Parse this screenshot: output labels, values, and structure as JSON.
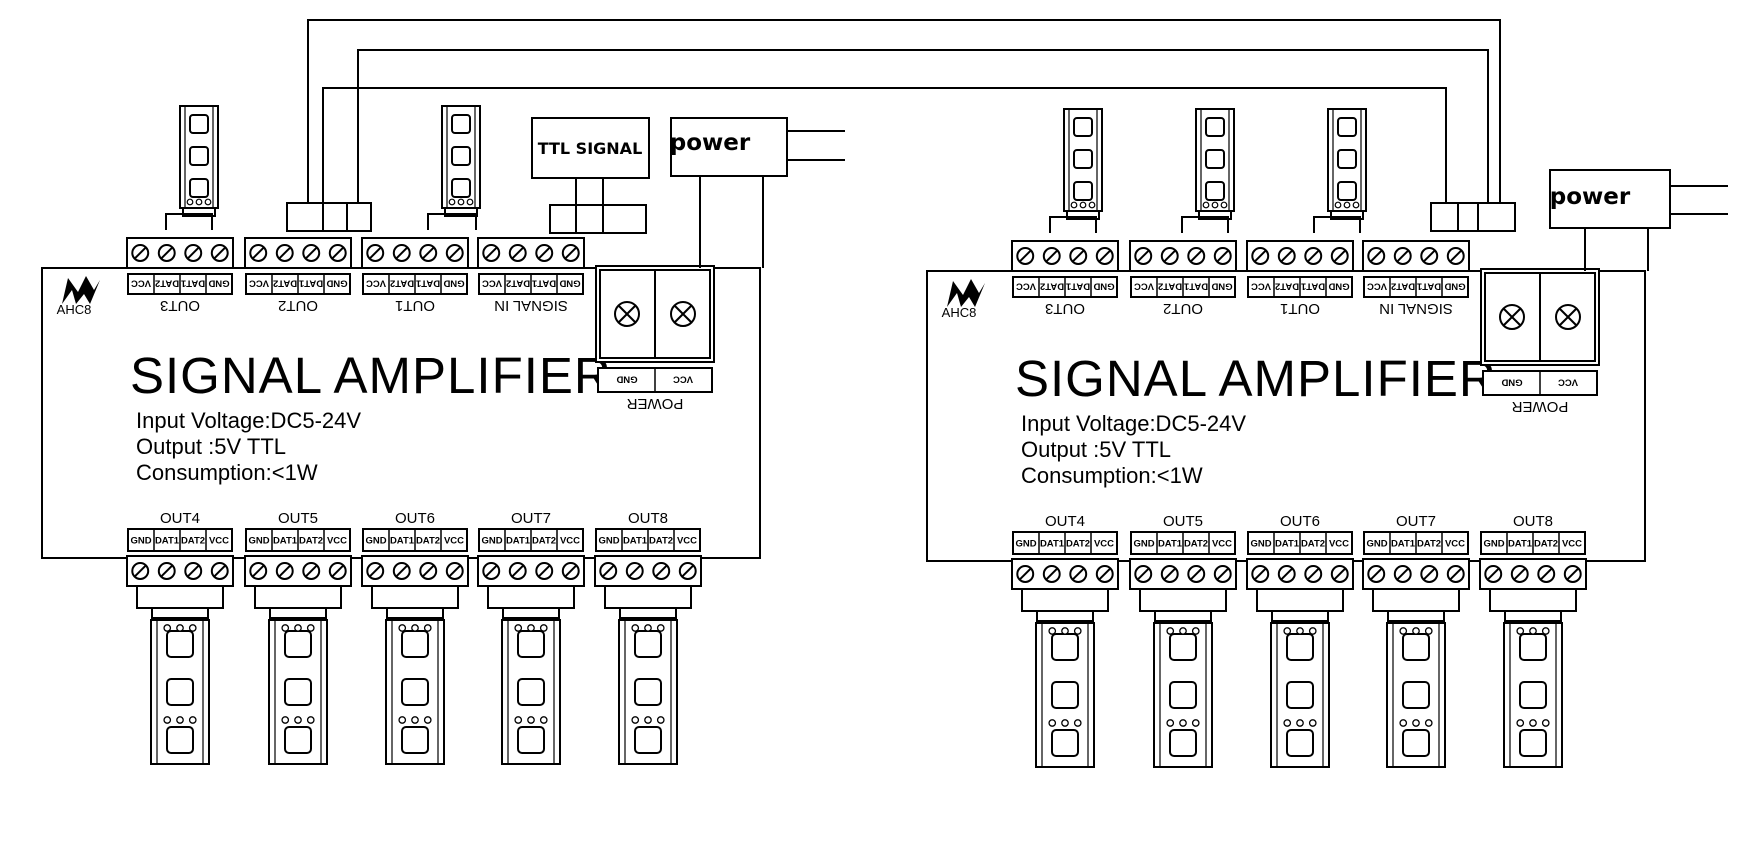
{
  "diagram": {
    "units": [
      {
        "name": "left",
        "brand": "AHC8",
        "title": "SIGNAL AMPLIFIER",
        "specs": [
          "Input Voltage:DC5-24V",
          "Output :5V  TTL",
          "Consumption:<1W"
        ],
        "top_ports": [
          {
            "label": "OUT3",
            "pins": [
              "GND",
              "DAT1",
              "DAT2",
              "VCC"
            ],
            "connection": "led-strip"
          },
          {
            "label": "OUT2",
            "pins": [
              "GND",
              "DAT1",
              "DAT2",
              "VCC"
            ],
            "connection": "cable-to-next-unit"
          },
          {
            "label": "OUT1",
            "pins": [
              "GND",
              "DAT1",
              "DAT2",
              "VCC"
            ],
            "connection": "led-strip"
          },
          {
            "label": "SIGNAL IN",
            "pins": [
              "GND",
              "DAT1",
              "DAT2",
              "VCC"
            ],
            "connection": "ttl-signal"
          }
        ],
        "power_terminal": {
          "label": "POWER",
          "pins": [
            "GND",
            "VCC"
          ]
        },
        "power_box_label": "power",
        "signal_box_label": "TTL SIGNAL",
        "bottom_ports": [
          {
            "label": "OUT4",
            "pins": [
              "GND",
              "DAT1",
              "DAT2",
              "VCC"
            ]
          },
          {
            "label": "OUT5",
            "pins": [
              "GND",
              "DAT1",
              "DAT2",
              "VCC"
            ]
          },
          {
            "label": "OUT6",
            "pins": [
              "GND",
              "DAT1",
              "DAT2",
              "VCC"
            ]
          },
          {
            "label": "OUT7",
            "pins": [
              "GND",
              "DAT1",
              "DAT2",
              "VCC"
            ]
          },
          {
            "label": "OUT8",
            "pins": [
              "GND",
              "DAT1",
              "DAT2",
              "VCC"
            ]
          }
        ]
      },
      {
        "name": "right",
        "brand": "AHC8",
        "title": "SIGNAL AMPLIFIER",
        "specs": [
          "Input Voltage:DC5-24V",
          "Output :5V  TTL",
          "Consumption:<1W"
        ],
        "top_ports": [
          {
            "label": "OUT3",
            "pins": [
              "GND",
              "DAT1",
              "DAT2",
              "VCC"
            ],
            "connection": "led-strip"
          },
          {
            "label": "OUT2",
            "pins": [
              "GND",
              "DAT1",
              "DAT2",
              "VCC"
            ],
            "connection": "led-strip"
          },
          {
            "label": "OUT1",
            "pins": [
              "GND",
              "DAT1",
              "DAT2",
              "VCC"
            ],
            "connection": "led-strip"
          },
          {
            "label": "SIGNAL IN",
            "pins": [
              "GND",
              "DAT1",
              "DAT2",
              "VCC"
            ],
            "connection": "cable-from-previous-unit"
          }
        ],
        "power_terminal": {
          "label": "POWER",
          "pins": [
            "GND",
            "VCC"
          ]
        },
        "power_box_label": "power",
        "bottom_ports": [
          {
            "label": "OUT4",
            "pins": [
              "GND",
              "DAT1",
              "DAT2",
              "VCC"
            ]
          },
          {
            "label": "OUT5",
            "pins": [
              "GND",
              "DAT1",
              "DAT2",
              "VCC"
            ]
          },
          {
            "label": "OUT6",
            "pins": [
              "GND",
              "DAT1",
              "DAT2",
              "VCC"
            ]
          },
          {
            "label": "OUT7",
            "pins": [
              "GND",
              "DAT1",
              "DAT2",
              "VCC"
            ]
          },
          {
            "label": "OUT8",
            "pins": [
              "GND",
              "DAT1",
              "DAT2",
              "VCC"
            ]
          }
        ]
      }
    ],
    "connections": [
      {
        "from": "left.OUT2",
        "to": "right.SIGNAL IN",
        "wires": 3
      }
    ]
  }
}
